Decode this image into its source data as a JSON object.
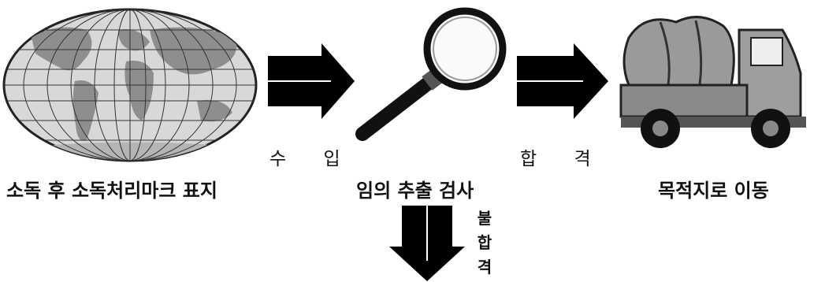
{
  "steps": [
    {
      "caption": "소독 후 소독처리마크 표지",
      "icon": "globe-icon"
    },
    {
      "caption": "임의 추출 검사",
      "icon": "magnifier-icon"
    },
    {
      "caption": "목적지로 이동",
      "icon": "truck-icon"
    }
  ],
  "edges": {
    "import_label": "수 입",
    "pass_label": "합 격",
    "fail_label_chars": [
      "불",
      "합",
      "격"
    ]
  },
  "colors": {
    "arrow": "#000000",
    "globe_land": "#8e8e8e",
    "globe_water": "#d6d6d6"
  }
}
